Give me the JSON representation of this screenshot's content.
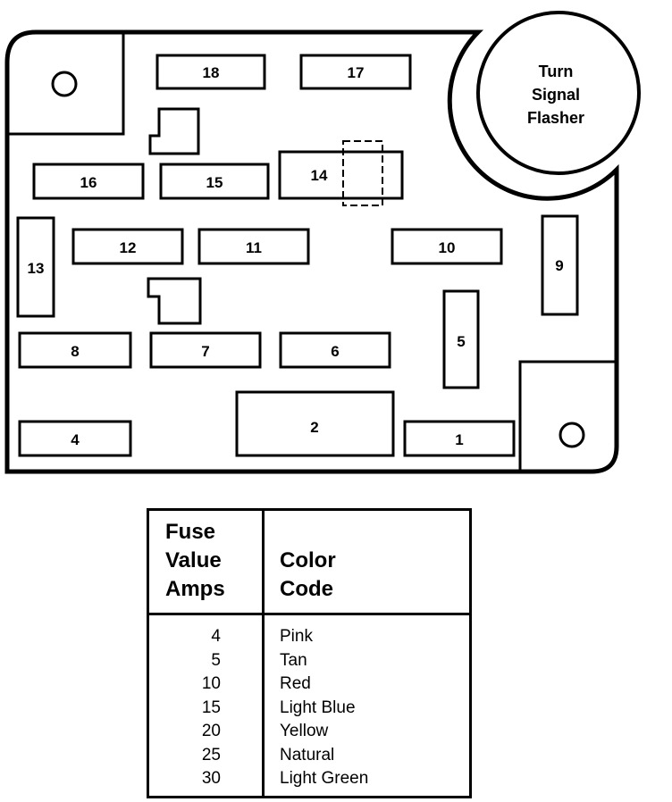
{
  "diagram": {
    "fuses": [
      {
        "id": "18",
        "label": "18"
      },
      {
        "id": "17",
        "label": "17"
      },
      {
        "id": "16",
        "label": "16"
      },
      {
        "id": "15",
        "label": "15"
      },
      {
        "id": "14",
        "label": "14"
      },
      {
        "id": "13",
        "label": "13"
      },
      {
        "id": "12",
        "label": "12"
      },
      {
        "id": "11",
        "label": "11"
      },
      {
        "id": "10",
        "label": "10"
      },
      {
        "id": "9",
        "label": "9"
      },
      {
        "id": "8",
        "label": "8"
      },
      {
        "id": "7",
        "label": "7"
      },
      {
        "id": "6",
        "label": "6"
      },
      {
        "id": "5",
        "label": "5"
      },
      {
        "id": "4",
        "label": "4"
      },
      {
        "id": "2",
        "label": "2"
      },
      {
        "id": "1",
        "label": "1"
      }
    ],
    "flasher": {
      "lines": [
        "Turn",
        "Signal",
        "Flasher"
      ]
    }
  },
  "legend": {
    "header_fuse": [
      "Fuse",
      "Value",
      "Amps"
    ],
    "header_color": [
      "Color",
      "Code"
    ],
    "rows": [
      {
        "amps": "4",
        "color": "Pink"
      },
      {
        "amps": "5",
        "color": "Tan"
      },
      {
        "amps": "10",
        "color": "Red"
      },
      {
        "amps": "15",
        "color": "Light Blue"
      },
      {
        "amps": "20",
        "color": "Yellow"
      },
      {
        "amps": "25",
        "color": "Natural"
      },
      {
        "amps": "30",
        "color": "Light Green"
      }
    ]
  }
}
